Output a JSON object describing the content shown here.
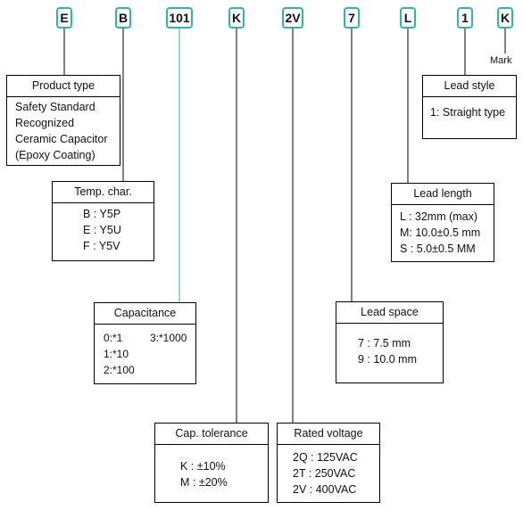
{
  "code": [
    "E",
    "B",
    "101",
    "K",
    "2V",
    "7",
    "L",
    "1",
    "K"
  ],
  "mark_label": "Mark",
  "product_type": {
    "title": "Product type",
    "lines": [
      "Safety Standard",
      "Recognized",
      "Ceramic Capacitor",
      "(Epoxy Coating)"
    ]
  },
  "temp_char": {
    "title": "Temp. char.",
    "lines": [
      "B : Y5P",
      "E : Y5U",
      "F : Y5V"
    ]
  },
  "capacitance": {
    "title": "Capacitance",
    "col1": [
      "0:*1",
      "1:*10",
      "2:*100"
    ],
    "col2": [
      "3:*1000"
    ]
  },
  "cap_tolerance": {
    "title": "Cap. tolerance",
    "lines": [
      "K : ±10%",
      "M : ±20%"
    ]
  },
  "rated_voltage": {
    "title": "Rated voltage",
    "lines": [
      "2Q : 125VAC",
      "2T : 250VAC",
      "2V : 400VAC"
    ]
  },
  "lead_space": {
    "title": "Lead space",
    "lines": [
      "7 : 7.5 mm",
      "9 : 10.0 mm"
    ]
  },
  "lead_length": {
    "title": "Lead length",
    "lines": [
      "L : 32mm (max)",
      "M: 10.0±0.5 mm",
      "S : 5.0±0.5 MM"
    ]
  },
  "lead_style": {
    "title": "Lead style",
    "lines": [
      "1: Straight type"
    ]
  },
  "colors": {
    "code_border": "#2fb6a8",
    "line": "#000000",
    "capacitance_line": "#2fb6a8"
  }
}
